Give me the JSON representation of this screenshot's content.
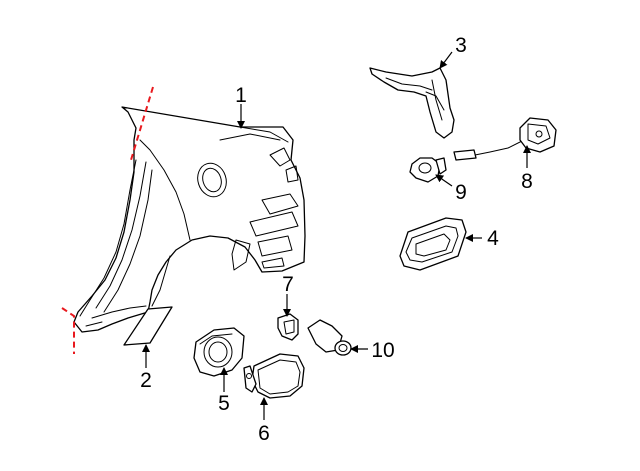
{
  "callouts": [
    {
      "id": "1",
      "label": "1"
    },
    {
      "id": "2",
      "label": "2"
    },
    {
      "id": "3",
      "label": "3"
    },
    {
      "id": "4",
      "label": "4"
    },
    {
      "id": "5",
      "label": "5"
    },
    {
      "id": "6",
      "label": "6"
    },
    {
      "id": "7",
      "label": "7"
    },
    {
      "id": "8",
      "label": "8"
    },
    {
      "id": "9",
      "label": "9"
    },
    {
      "id": "10",
      "label": "10"
    }
  ],
  "colors": {
    "line": "#000000",
    "cut_line": "#e8191e",
    "background": "#ffffff"
  }
}
